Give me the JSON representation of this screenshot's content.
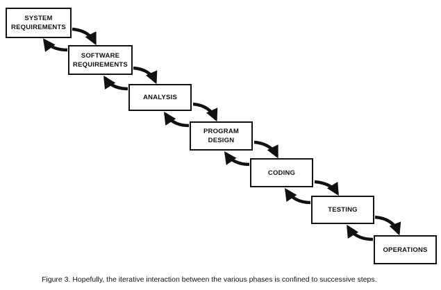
{
  "diagram": {
    "phases": [
      {
        "label": "SYSTEM\nREQUIREMENTS"
      },
      {
        "label": "SOFTWARE\nREQUIREMENTS"
      },
      {
        "label": "ANALYSIS"
      },
      {
        "label": "PROGRAM\nDESIGN"
      },
      {
        "label": "CODING"
      },
      {
        "label": "TESTING"
      },
      {
        "label": "OPERATIONS"
      }
    ],
    "arrow_color": "#111111",
    "caption": "Figure 3.  Hopefully, the iterative interaction between the various phases is confined to successive steps."
  }
}
